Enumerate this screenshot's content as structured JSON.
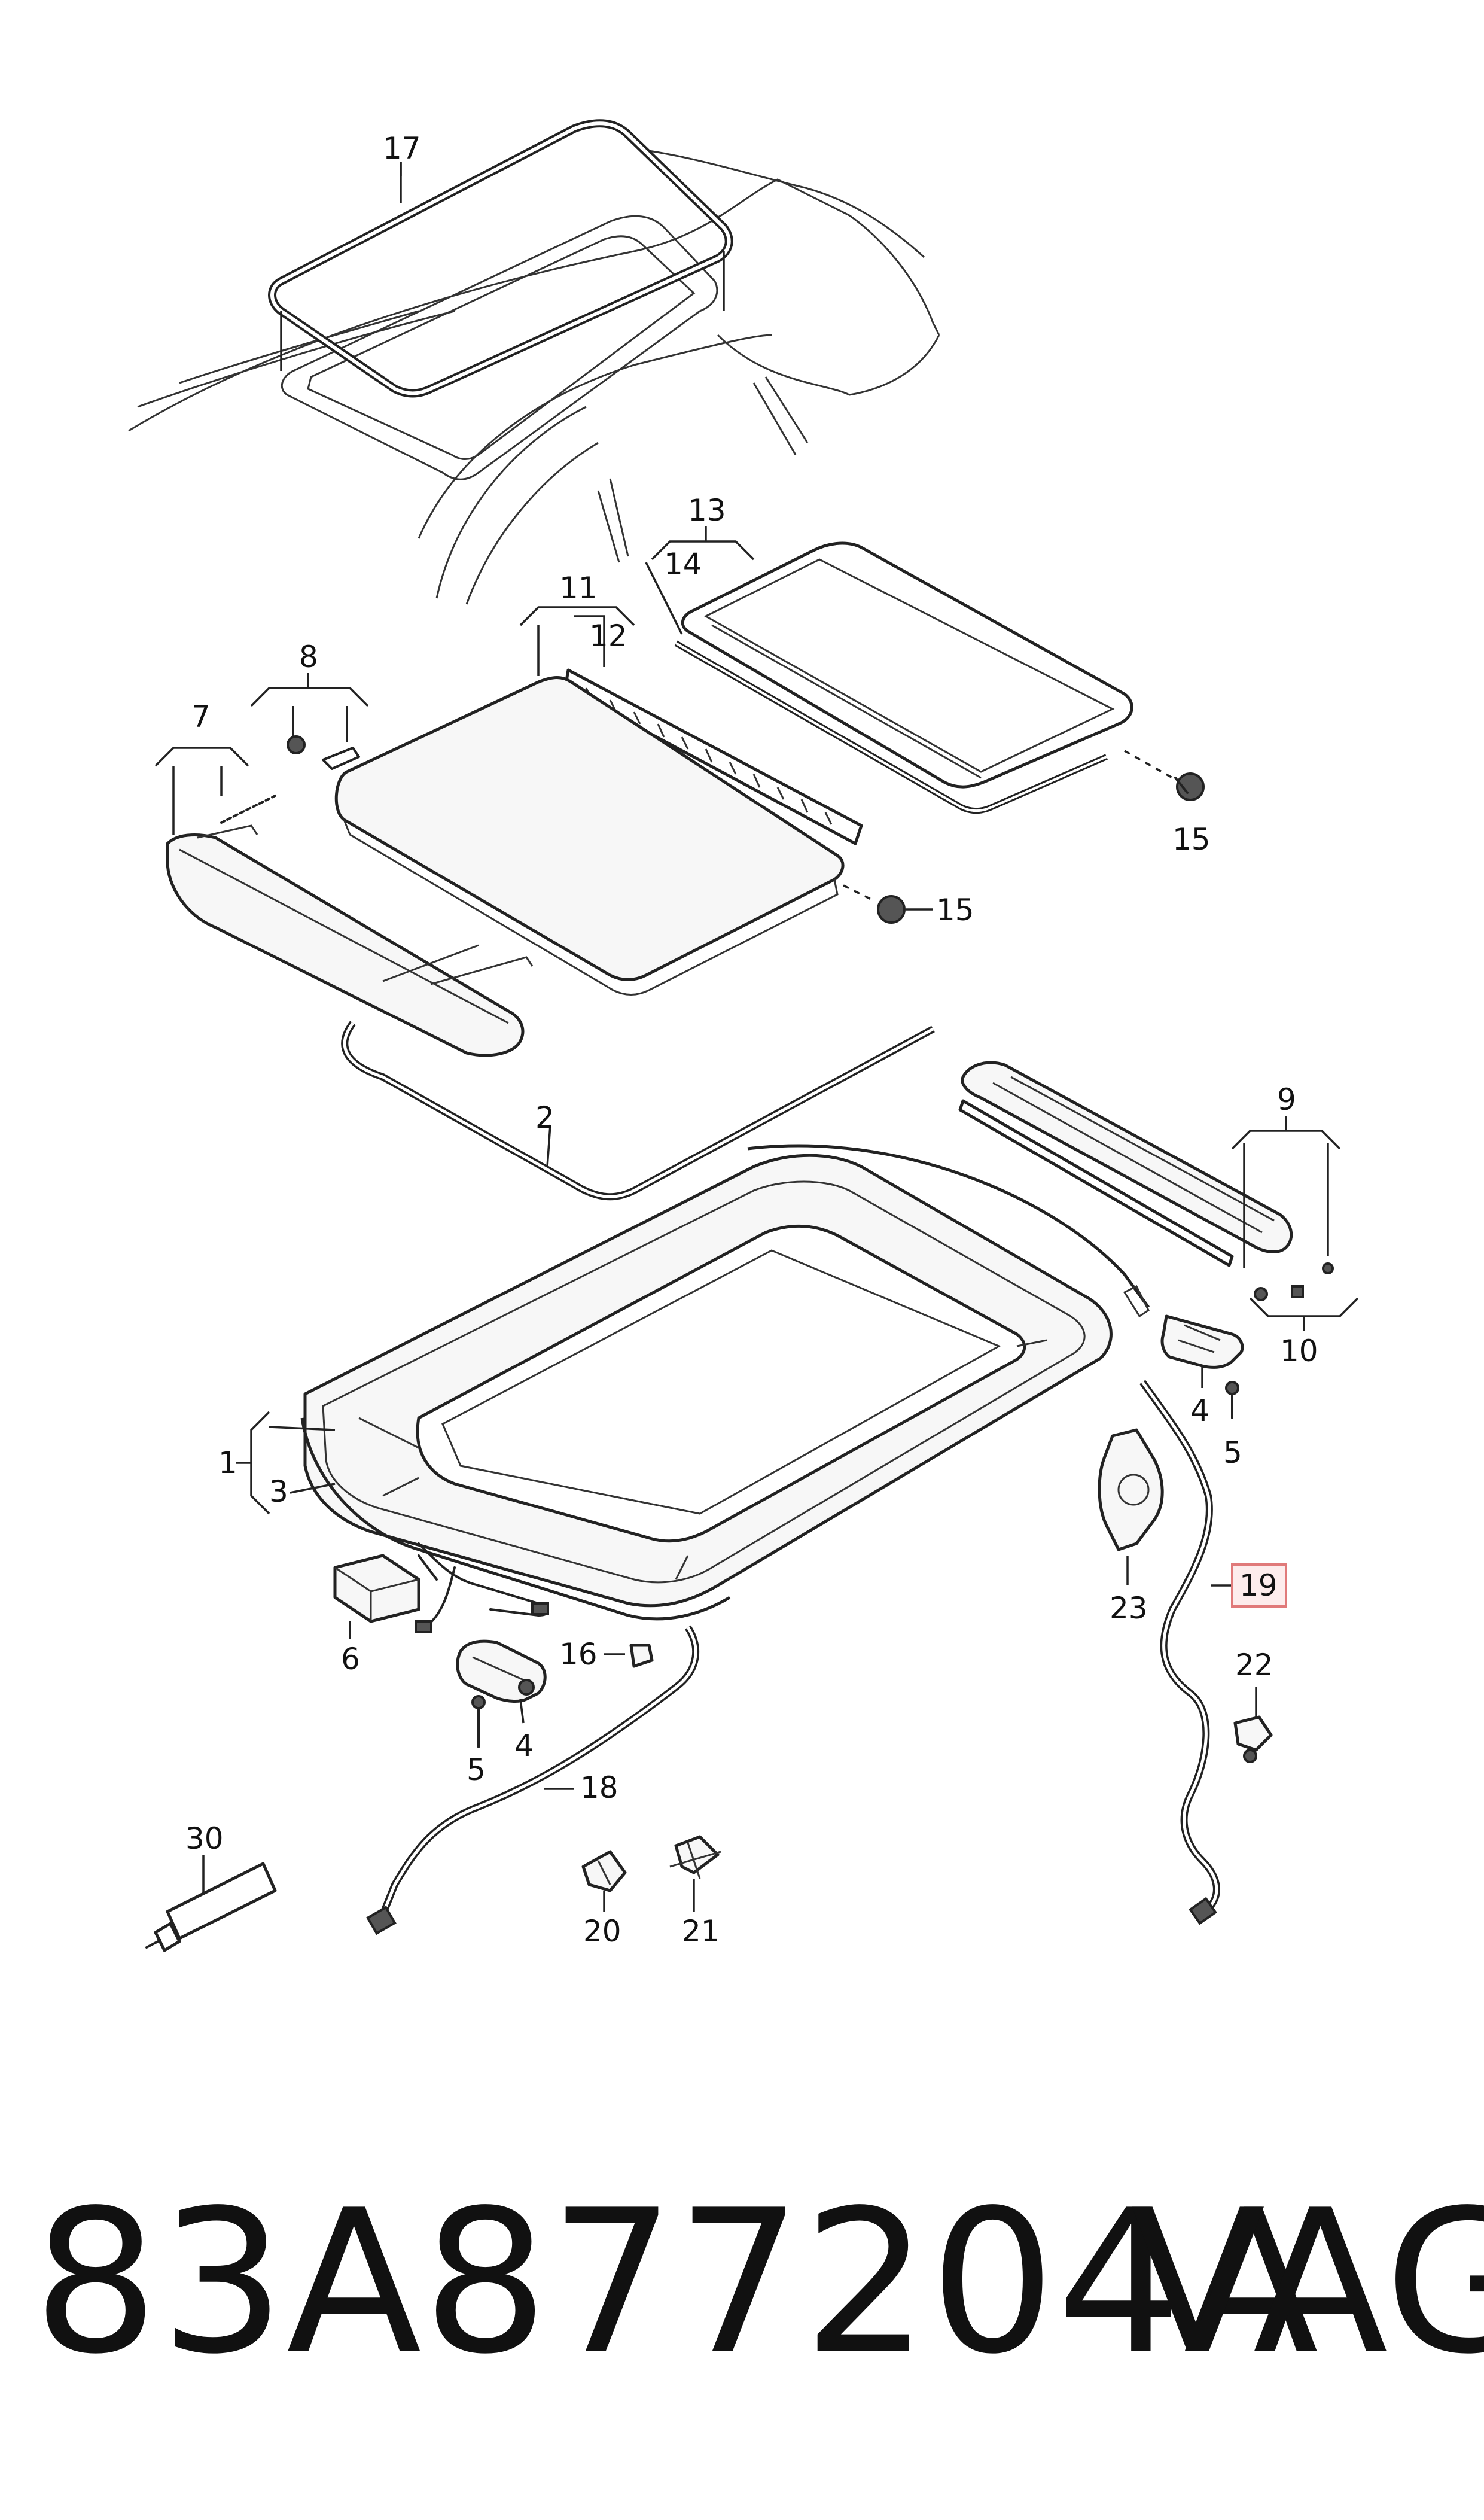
{
  "callouts": {
    "c1": "1",
    "c2": "2",
    "c3": "3",
    "c4a": "4",
    "c4b": "4",
    "c5a": "5",
    "c5b": "5",
    "c6": "6",
    "c7": "7",
    "c8": "8",
    "c9": "9",
    "c10": "10",
    "c11": "11",
    "c12": "12",
    "c13": "13",
    "c14": "14",
    "c15a": "15",
    "c15b": "15",
    "c16": "16",
    "c17": "17",
    "c18": "18",
    "c19": "19",
    "c20": "20",
    "c21": "21",
    "c22": "22",
    "c23": "23",
    "c30": "30"
  },
  "footer": {
    "part_number": "83A877204A",
    "brand": "VAG"
  },
  "highlight_color": "#e07a7a"
}
